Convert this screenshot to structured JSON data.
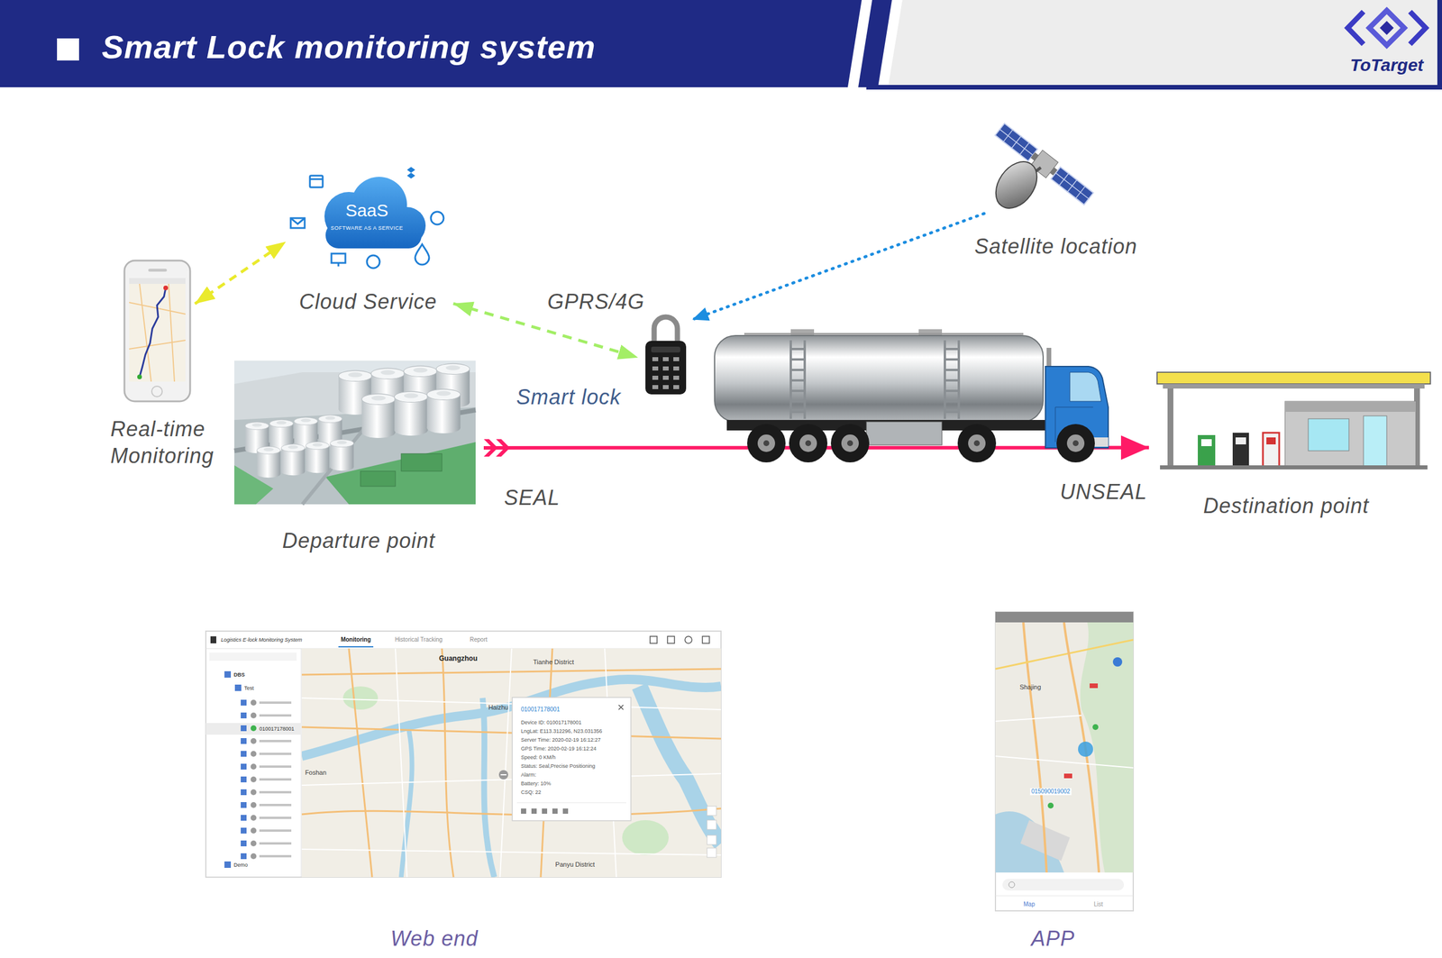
{
  "diagram": {
    "title": "Smart Lock monitoring system",
    "nodes": [
      {
        "text": [
          "Real-time Monitoring"
        ]
      },
      {
        "text": [
          "SaaS",
          "SOFTWARE AS A SERVICE",
          "Cloud Service"
        ]
      },
      {
        "text": [
          "Satellite location"
        ]
      },
      {
        "text": [
          "Departure point"
        ]
      },
      {
        "text": [
          "Smart lock"
        ]
      },
      {
        "text": [
          "Destination point"
        ]
      },
      {
        "text": [
          "Web end"
        ]
      },
      {
        "text": [
          "APP"
        ]
      }
    ],
    "edges": [
      {
        "from": 0,
        "to": 1,
        "arrow": "both"
      },
      {
        "from": 1,
        "to": 4,
        "label": "GPRS/4G",
        "arrow": "both"
      },
      {
        "from": 2,
        "to": 4,
        "arrow": "to"
      },
      {
        "from": 3,
        "to": 5,
        "arrow": "to"
      }
    ],
    "labels": [
      "SEAL",
      "UNSEAL",
      "ToTarget",
      "Logistics E-lock Monitoring System",
      "Monitoring",
      "Historical Tracking",
      "Report",
      "DBS",
      "Test",
      "010017178001",
      "Demo",
      "Guangzhou",
      "Tianhe District",
      "Haizhu",
      "Foshan",
      "Panyu District",
      "010017178001",
      "Device ID: 010017178001",
      "LngLat: E113.312296, N23.031356",
      "Server Time: 2020-02-19 16:12:27",
      "GPS Time: 2020-02-19 16:12:24",
      "Speed: 0 KM/h",
      "Status: Seal,Precise Positioning",
      "Alarm:",
      "Battery: 10%",
      "CSQ: 22",
      "Shajing",
      "015090019002",
      "Map",
      "List"
    ]
  }
}
